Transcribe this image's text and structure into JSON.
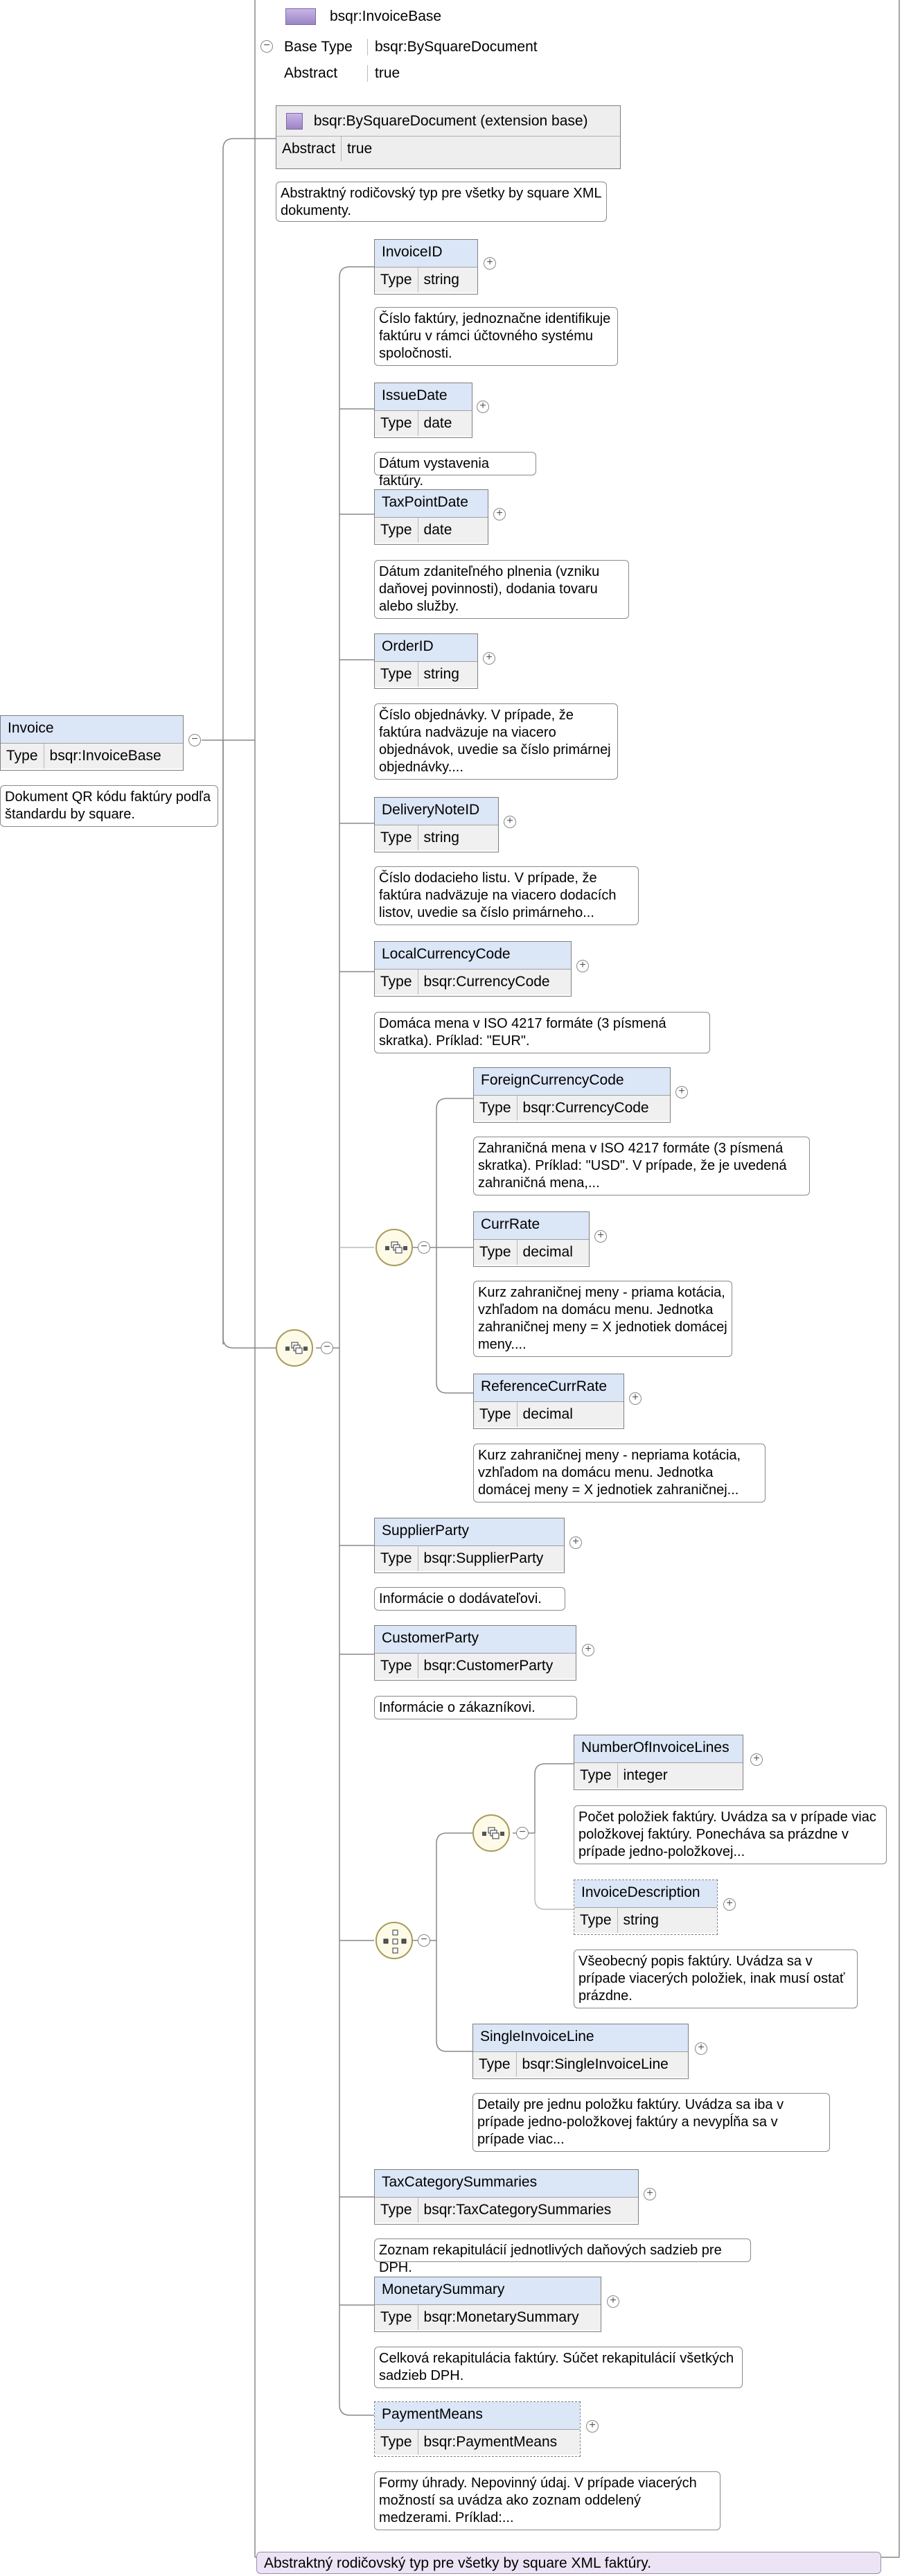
{
  "base": {
    "name": "bsqr:InvoiceBase",
    "rows": [
      {
        "key": "Base Type",
        "value": "bsqr:BySquareDocument"
      },
      {
        "key": "Abstract",
        "value": "true"
      }
    ]
  },
  "extension": {
    "name": "bsqr:BySquareDocument (extension base)",
    "abstract_key": "Abstract",
    "abstract_value": "true",
    "doc": "Abstraktný rodičovský typ pre všetky by square XML dokumenty."
  },
  "root": {
    "name": "Invoice",
    "type_label": "Type",
    "type": "bsqr:InvoiceBase",
    "doc": "Dokument QR kódu faktúry podľa štandardu by square."
  },
  "elements": [
    {
      "id": "invoiceid",
      "name": "InvoiceID",
      "type": "string",
      "doc": "Číslo faktúry, jednoznačne identifikuje faktúru v rámci účtovného systému spoločnosti."
    },
    {
      "id": "issuedate",
      "name": "IssueDate",
      "type": "date",
      "doc": "Dátum vystavenia faktúry."
    },
    {
      "id": "taxpointdate",
      "name": "TaxPointDate",
      "type": "date",
      "doc": "Dátum zdaniteľného plnenia (vzniku daňovej povinnosti), dodania tovaru alebo služby."
    },
    {
      "id": "orderid",
      "name": "OrderID",
      "type": "string",
      "doc": "Číslo objednávky. V prípade, že faktúra nadväzuje na viacero objednávok, uvedie sa číslo primárnej objednávky...."
    },
    {
      "id": "deliverynoteid",
      "name": "DeliveryNoteID",
      "type": "string",
      "doc": "Číslo dodacieho listu. V prípade, že faktúra nadväzuje na viacero dodacích listov, uvedie sa číslo primárneho..."
    },
    {
      "id": "localcurrencycode",
      "name": "LocalCurrencyCode",
      "type": "bsqr:CurrencyCode",
      "doc": "Domáca mena v ISO 4217 formáte (3 písmená skratka). Príklad: \"EUR\"."
    },
    {
      "id": "foreigncurrencycode",
      "name": "ForeignCurrencyCode",
      "type": "bsqr:CurrencyCode",
      "doc": "Zahraničná mena v ISO 4217 formáte (3 písmená skratka). Príklad: \"USD\". V prípade, že je uvedená zahraničná mena,..."
    },
    {
      "id": "currrate",
      "name": "CurrRate",
      "type": "decimal",
      "doc": "Kurz zahraničnej meny - priama kotácia, vzhľadom na domácu menu. Jednotka zahraničnej meny = X jednotiek domácej meny...."
    },
    {
      "id": "referencecurrrate",
      "name": "ReferenceCurrRate",
      "type": "decimal",
      "doc": "Kurz zahraničnej meny - nepriama kotácia, vzhľadom na domácu menu. Jednotka domácej meny = X jednotiek zahraničnej..."
    },
    {
      "id": "supplierparty",
      "name": "SupplierParty",
      "type": "bsqr:SupplierParty",
      "doc": "Informácie o dodávateľovi."
    },
    {
      "id": "customerparty",
      "name": "CustomerParty",
      "type": "bsqr:CustomerParty",
      "doc": "Informácie o zákazníkovi."
    },
    {
      "id": "numberofinvoicelines",
      "name": "NumberOfInvoiceLines",
      "type": "integer",
      "doc": "Počet položiek faktúry. Uvádza sa v prípade viac položkovej faktúry. Ponecháva sa prázdne v prípade jedno-položkovej..."
    },
    {
      "id": "invoicedescription",
      "name": "InvoiceDescription",
      "type": "string",
      "doc": "Všeobecný popis faktúry. Uvádza sa v prípade viacerých položiek, inak musí ostať prázdne."
    },
    {
      "id": "singleinvoiceline",
      "name": "SingleInvoiceLine",
      "type": "bsqr:SingleInvoiceLine",
      "doc": "Detaily pre jednu položku faktúry. Uvádza sa iba v prípade jedno-položkovej faktúry a nevypĺňa sa v prípade viac..."
    },
    {
      "id": "taxcategorysummaries",
      "name": "TaxCategorySummaries",
      "type": "bsqr:TaxCategorySummaries",
      "doc": "Zoznam rekapitulácií jednotlivých daňových sadzieb pre DPH."
    },
    {
      "id": "monetarysummary",
      "name": "MonetarySummary",
      "type": "bsqr:MonetarySummary",
      "doc": "Celková rekapitulácia faktúry. Súčet rekapitulácií všetkých sadzieb DPH."
    },
    {
      "id": "paymentmeans",
      "name": "PaymentMeans",
      "type": "bsqr:PaymentMeans",
      "doc": "Formy úhrady. Nepovinný údaj. V prípade viacerých možností sa uvádza ako zoznam oddelený medzerami. Príklad:..."
    }
  ],
  "type_label": "Type",
  "footer_doc": "Abstraktný rodičovský typ pre všetky by square XML faktúry.",
  "colors": {
    "header": "#dbe6f7",
    "type_row": "#f0f0f0",
    "compositor": "#fdfbe8",
    "footer": "#ece4f4"
  }
}
